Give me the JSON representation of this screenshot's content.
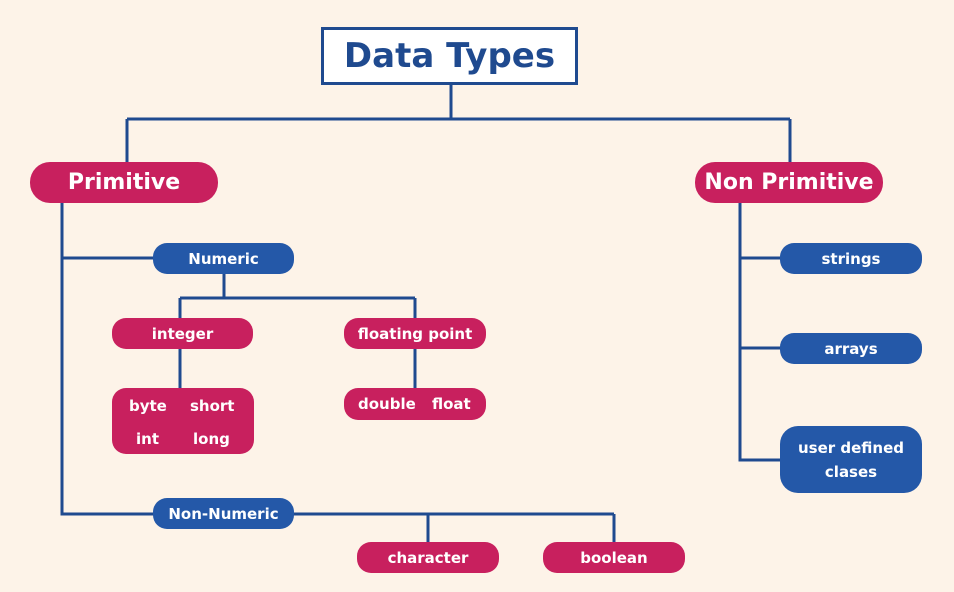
{
  "title": "Data Types",
  "primitive": {
    "label": "Primitive",
    "numeric": {
      "label": "Numeric",
      "integer": {
        "label": "integer",
        "types": [
          "byte",
          "short",
          "int",
          "long"
        ]
      },
      "floating_point": {
        "label": "floating point",
        "types": [
          "double",
          "float"
        ]
      }
    },
    "non_numeric": {
      "label": "Non-Numeric",
      "types": [
        "character",
        "boolean"
      ]
    }
  },
  "non_primitive": {
    "label": "Non Primitive",
    "types": [
      "strings",
      "arrays"
    ],
    "user_defined": [
      "user defined",
      "clases"
    ]
  },
  "colors": {
    "primitive": "#c8205e",
    "category": "#2458a8",
    "connector": "#1f4a8f",
    "background": "#fdf3e8"
  }
}
